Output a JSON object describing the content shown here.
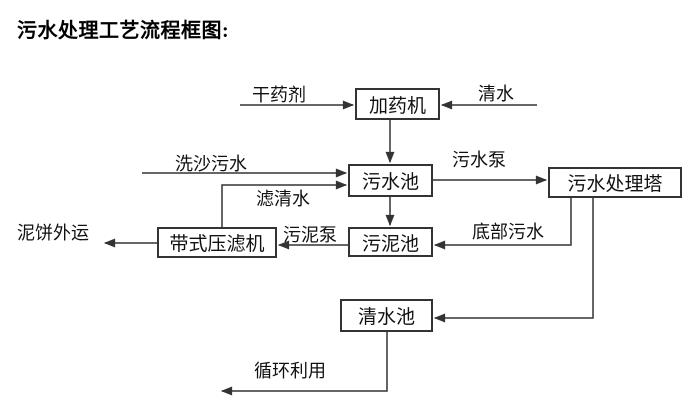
{
  "page": {
    "title": "污水处理工艺流程框图:"
  },
  "nodes": {
    "dosing_machine": "加药机",
    "sewage_pool": "污水池",
    "treatment_tower": "污水处理塔",
    "sludge_pool": "污泥池",
    "belt_filter_press": "带式压滤机",
    "clean_water_pool": "清水池"
  },
  "edge_labels": {
    "dry_chemical": "干药剂",
    "clean_water": "清水",
    "sand_washing_sewage": "洗沙污水",
    "sewage_pump": "污水泵",
    "filtered_water": "滤清水",
    "sludge_pump": "污泥泵",
    "bottom_sewage": "底部污水",
    "mud_cake_out": "泥饼外运",
    "recycling": "循环利用"
  },
  "edges": [
    {
      "from": "dry_chemical_source",
      "to": "dosing_machine",
      "label": "干药剂"
    },
    {
      "from": "clean_water_source",
      "to": "dosing_machine",
      "label": "清水"
    },
    {
      "from": "dosing_machine",
      "to": "sewage_pool",
      "label": ""
    },
    {
      "from": "sand_washing_source",
      "to": "sewage_pool",
      "label": "洗沙污水"
    },
    {
      "from": "belt_filter_press",
      "to": "sewage_pool",
      "label": "滤清水"
    },
    {
      "from": "sewage_pool",
      "to": "treatment_tower",
      "label": "污水泵"
    },
    {
      "from": "sewage_pool",
      "to": "sludge_pool",
      "label": ""
    },
    {
      "from": "treatment_tower",
      "to": "sludge_pool",
      "label": "底部污水"
    },
    {
      "from": "sludge_pool",
      "to": "belt_filter_press",
      "label": "污泥泵"
    },
    {
      "from": "belt_filter_press",
      "to": "offsite",
      "label": "泥饼外运"
    },
    {
      "from": "treatment_tower",
      "to": "clean_water_pool",
      "label": ""
    },
    {
      "from": "clean_water_pool",
      "to": "reuse",
      "label": "循环利用"
    }
  ],
  "colors": {
    "line": "#333333",
    "border": "#333333",
    "text": "#111111",
    "background": "#ffffff"
  }
}
